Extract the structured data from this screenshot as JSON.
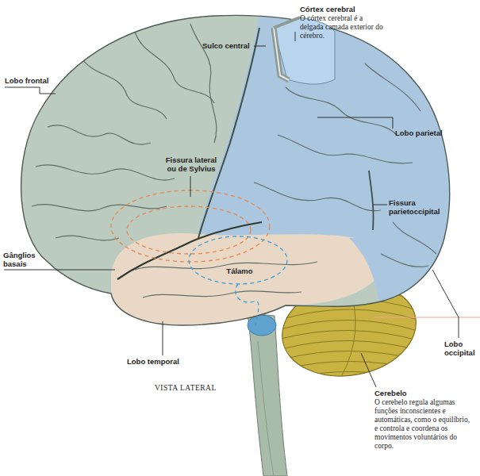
{
  "diagram": {
    "labels": [
      "Córtex cerebral",
      "O córtex cerebral é a delgada camada exterior do cérebro.",
      "Sulco central",
      "Lobo frontal",
      "Lobo parietal",
      "Fissura lateral ou de Sylvius",
      "Fissura parietoccipital",
      "Gânglios basais",
      "Tálamo",
      "Lobo temporal",
      "VISTA LATERAL",
      "Lobo occipital",
      "Cerebelo",
      "O cerebelo regula algumas funções inconscientes e automáticas, como o equilíbrio, e controla e coordena os movimentos voluntários do corpo."
    ]
  }
}
